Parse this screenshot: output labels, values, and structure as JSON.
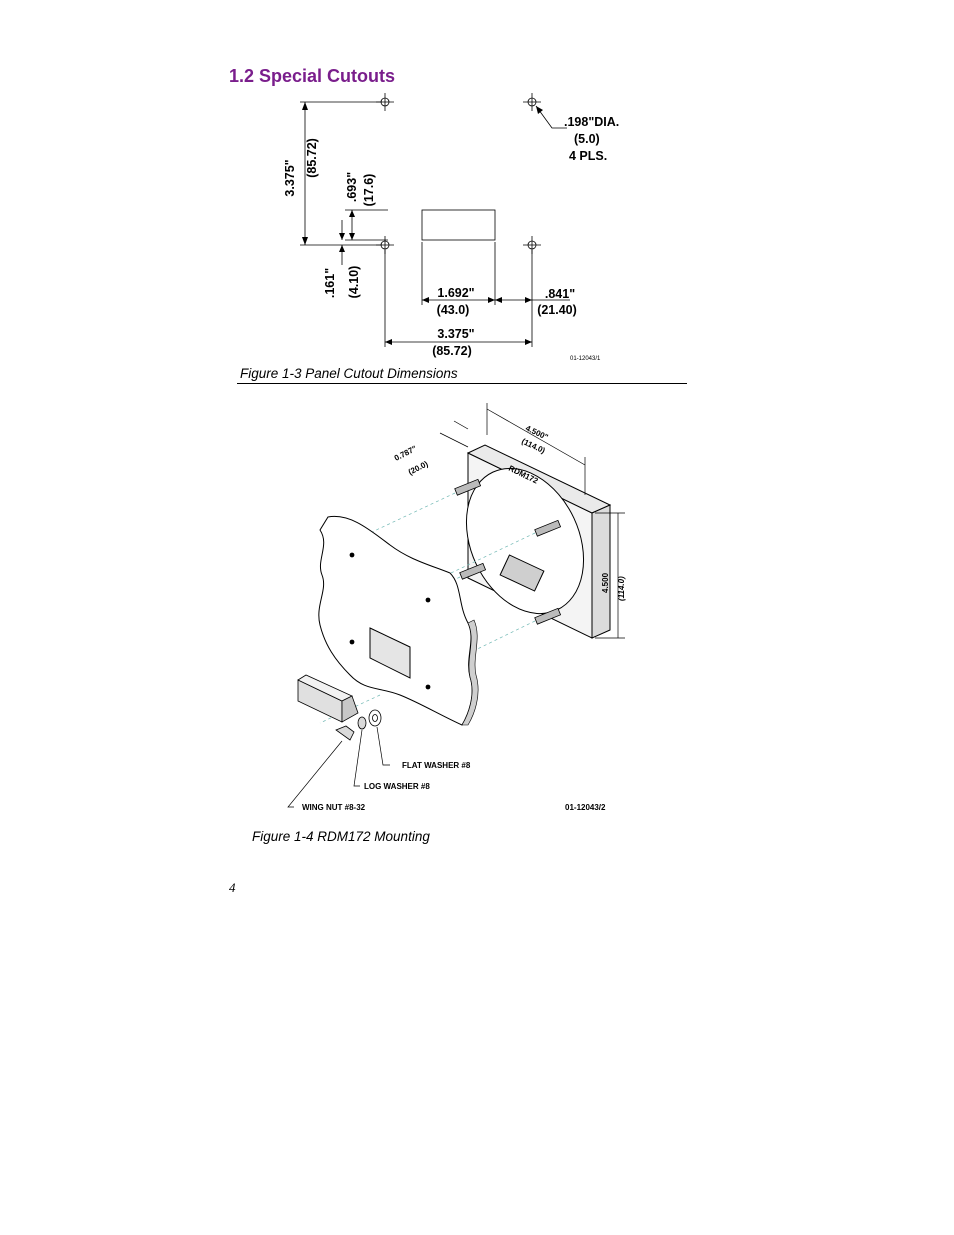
{
  "section": {
    "heading": "1.2  Special Cutouts"
  },
  "figure_cutout": {
    "caption": "Figure 1-3  Panel Cutout Dimensions",
    "hole_dia": ".198\"DIA.",
    "hole_dia_mm": "(5.0)",
    "hole_count": "4 PLS.",
    "height_in": "3.375\"",
    "height_mm": "(85.72)",
    "slot_h_in": ".693\"",
    "slot_h_mm": "(17.6)",
    "offset_in": ".161\"",
    "offset_mm": "(4.10)",
    "slot_w_in": "1.692\"",
    "slot_w_mm": "(43.0)",
    "edge_in": ".841\"",
    "edge_mm": "(21.40)",
    "width_in": "3.375\"",
    "width_mm": "(85.72)",
    "drawing_no": "01-12043/1"
  },
  "figure_mounting": {
    "caption": "Figure 1-4  RDM172 Mounting",
    "depth_in": "0.787\"",
    "depth_mm": "(20.0)",
    "width_in": "4.500\"",
    "width_mm": "(114.0)",
    "height_in": "4.500",
    "height_mm": "(114.0)",
    "model": "RDM172",
    "flat_washer": "FLAT WASHER #8",
    "log_washer": "LOG WASHER #8",
    "wing_nut": "WING NUT #8-32",
    "drawing_no": "01-12043/2"
  },
  "page": {
    "number": "4"
  }
}
